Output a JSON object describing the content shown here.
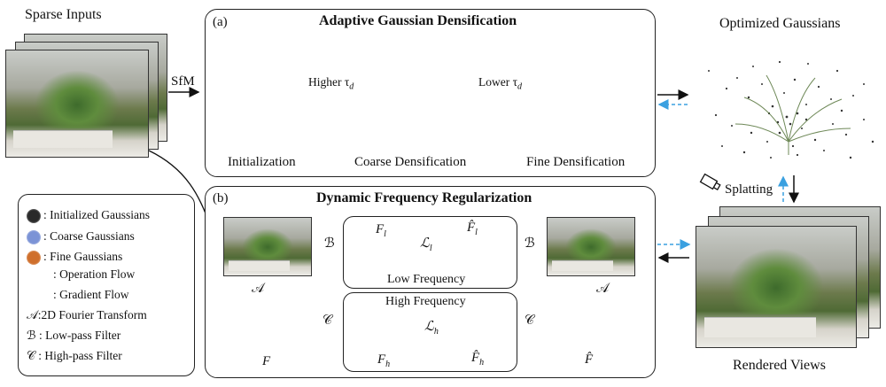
{
  "inputs": {
    "title": "Sparse Inputs",
    "sfm_label": "SfM"
  },
  "panel_a": {
    "label": "(a)",
    "title": "Adaptive Gaussian Densification",
    "stage_init": "Initialization",
    "stage_coarse": "Coarse Densification",
    "stage_fine": "Fine Densification",
    "arrow_higher": "Higher τ",
    "arrow_lower": "Lower τ",
    "tau_sub": "d"
  },
  "optimized": {
    "title": "Optimized Gaussians",
    "splatting_label": "Splatting"
  },
  "rendered": {
    "title": "Rendered Views"
  },
  "panel_b": {
    "label": "(b)",
    "title": "Dynamic Frequency Regularization",
    "low_freq_label": "Low Frequency",
    "high_freq_label": "High Frequency",
    "op_fourier": "𝒜",
    "op_low": "ℬ",
    "op_high": "𝒞",
    "sym_F": "F",
    "sym_Fhat": "F̂",
    "sym_Fl": "F",
    "sym_Fl_sub": "l",
    "sym_Fhat_l": "F̂",
    "sym_Fhat_l_sub": "l",
    "sym_Fh": "F",
    "sym_Fh_sub": "h",
    "sym_Fhat_h": "F̂",
    "sym_Fhat_h_sub": "h",
    "loss_l": "ℒ",
    "loss_l_sub": "l",
    "loss_h": "ℒ",
    "loss_h_sub": "h"
  },
  "legend": {
    "items": [
      {
        "text": ": Initialized Gaussians",
        "color": "#333333"
      },
      {
        "text": ": Coarse Gaussians",
        "color": "#8ea2d8"
      },
      {
        "text": ": Fine Gaussians",
        "color": "#d9864a"
      },
      {
        "text": ": Operation Flow"
      },
      {
        "text": ": Gradient Flow"
      },
      {
        "text": "𝒜:2D Fourier Transform"
      },
      {
        "text": "ℬ : Low-pass Filter"
      },
      {
        "text": "𝒞 : High-pass Filter"
      }
    ]
  }
}
